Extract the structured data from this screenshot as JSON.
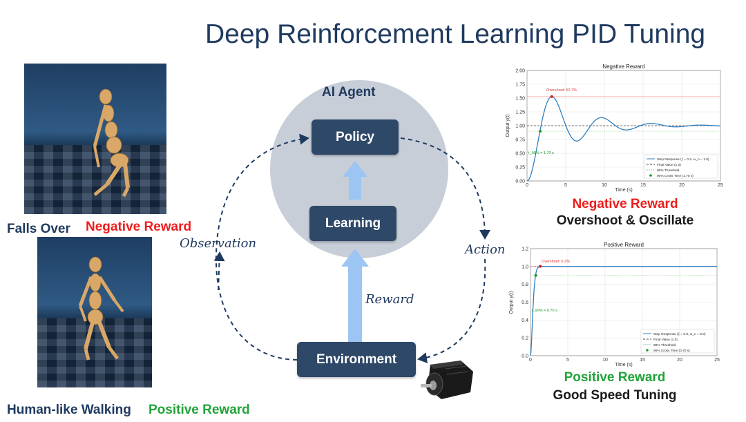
{
  "title": "Deep Reinforcement Learning PID Tuning",
  "left": {
    "top_caption": "Falls Over",
    "top_reward": "Negative Reward",
    "bottom_caption": "Human-like Walking",
    "bottom_reward": "Positive Reward"
  },
  "diagram": {
    "agent_label": "AI Agent",
    "policy_label": "Policy",
    "learning_label": "Learning",
    "environment_label": "Environment",
    "observation_label": "Observation",
    "action_label": "Action",
    "reward_label": "Reward"
  },
  "colors": {
    "negative": "#ee1c1c",
    "positive": "#22a33a",
    "navy": "#1f3a5f",
    "box": "#2e4868",
    "circle": "#c7ced8",
    "arrow": "#9cc5f3"
  },
  "right": {
    "top_caption_reward": "Negative Reward",
    "top_caption_desc": "Overshoot & Oscillate",
    "bottom_caption_reward": "Positive Reward",
    "bottom_caption_desc": "Good Speed Tuning"
  },
  "chart_data": [
    {
      "type": "line",
      "title": "Negative Reward",
      "xlabel": "Time (s)",
      "ylabel": "Output y(t)",
      "xlim": [
        0,
        25
      ],
      "ylim": [
        0,
        2.0
      ],
      "x_ticks": [
        "0",
        "5",
        "10",
        "15",
        "20",
        "25"
      ],
      "y_ticks": [
        "0.00",
        "0.25",
        "0.50",
        "0.75",
        "1.00",
        "1.25",
        "1.50",
        "1.75",
        "2.00"
      ],
      "grid": true,
      "legend_position": "bottom-right",
      "zeta": 0.2,
      "omega_n": 1.0,
      "series": [
        {
          "name": "Step Response (ζ = 0.2, ω_n = 1.0)",
          "kind": "step_response"
        },
        {
          "name": "Final Value (1.0)",
          "kind": "hline",
          "value": 1.0
        },
        {
          "name": "90% Threshold",
          "kind": "hline",
          "value": 0.9
        },
        {
          "name": "90% Cross Time (1.70 s)",
          "kind": "point",
          "x": 1.7,
          "y": 0.9
        }
      ],
      "annotations": [
        {
          "text": "Overshoot: 52.7%",
          "x": 3.2,
          "y": 1.527
        },
        {
          "text": "t_90% = 1.70 s",
          "x": 0,
          "y": 0.25
        }
      ]
    },
    {
      "type": "line",
      "title": "Positive Reward",
      "xlabel": "Time (s)",
      "ylabel": "Output y(t)",
      "xlim": [
        0,
        25
      ],
      "ylim": [
        0,
        1.2
      ],
      "x_ticks": [
        "0",
        "5",
        "10",
        "15",
        "20",
        "25"
      ],
      "y_ticks": [
        "0.0",
        "0.2",
        "0.4",
        "0.6",
        "0.8",
        "1.0",
        "1.2"
      ],
      "grid": true,
      "legend_position": "bottom-right",
      "zeta": 0.9,
      "omega_n": 5.0,
      "series": [
        {
          "name": "Step Response (ζ = 0.9, ω_n = 5.0)",
          "kind": "step_response"
        },
        {
          "name": "Final Value (1.0)",
          "kind": "hline",
          "value": 1.0
        },
        {
          "name": "90% Threshold",
          "kind": "hline",
          "value": 0.9
        },
        {
          "name": "90% Cross Time (0.70 s)",
          "kind": "point",
          "x": 0.7,
          "y": 0.9
        }
      ],
      "annotations": [
        {
          "text": "Overshoot: 0.2%",
          "x": 1.3,
          "y": 1.002
        },
        {
          "text": "t_90% = 0.70 s",
          "x": 0,
          "y": 0.52
        }
      ]
    }
  ]
}
